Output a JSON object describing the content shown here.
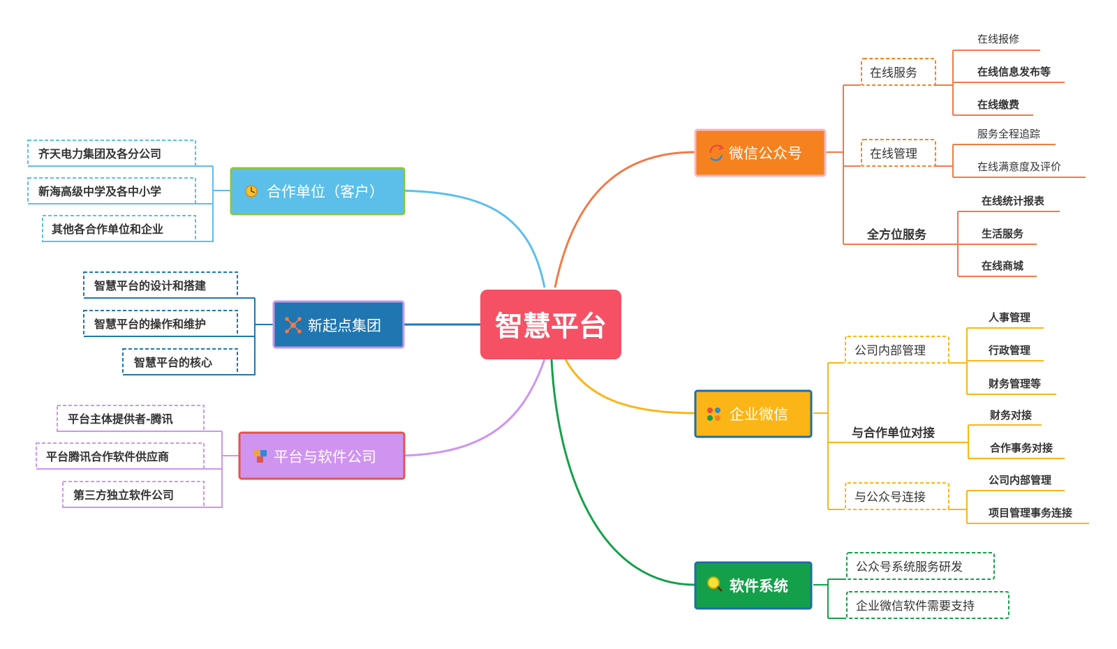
{
  "center": {
    "label": "智慧平台",
    "color": "#f55064"
  },
  "branches": {
    "partners": {
      "label": "合作单位（客户）",
      "color": "#5bbfea",
      "border": "#8dc63f",
      "icon": "clock-icon",
      "items": [
        "齐天电力集团及各分公司",
        "新海高级中学及各中小学",
        "其他各合作单位和企业"
      ]
    },
    "xinqidian": {
      "label": "新起点集团",
      "color": "#1f76b0",
      "border": "#c794e8",
      "icon": "network-icon",
      "items": [
        "智慧平台的设计和搭建",
        "智慧平台的操作和维护",
        "智慧平台的核心"
      ]
    },
    "platform_software": {
      "label": "平台与软件公司",
      "color": "#cf94f0",
      "border": "#e4544f",
      "icon": "cubes-icon",
      "items": [
        "平台主体提供者-腾讯",
        "平台腾讯合作软件供应商",
        "第三方独立软件公司"
      ]
    },
    "wechat_official": {
      "label": "微信公众号",
      "color": "#f5821f",
      "border": "#f7b8c6",
      "icon": "refresh-icon",
      "groups": [
        {
          "label": "在线服务",
          "items": [
            "在线报修",
            "在线信息发布等",
            "在线缴费"
          ]
        },
        {
          "label": "在线管理",
          "items": [
            "服务全程追踪",
            "在线满意度及评价"
          ]
        },
        {
          "label": "全方位服务",
          "items": [
            "在线统计报表",
            "生活服务",
            "在线商城"
          ]
        }
      ]
    },
    "enterprise_wechat": {
      "label": "企业微信",
      "color": "#fbb516",
      "border": "#1d6fa5",
      "icon": "grid-icon",
      "groups": [
        {
          "label": "公司内部管理",
          "items": [
            "人事管理",
            "行政管理",
            "财务管理等"
          ]
        },
        {
          "label": "与合作单位对接",
          "items": [
            "财务对接",
            "合作事务对接"
          ]
        },
        {
          "label": "与公众号连接",
          "items": [
            "公司内部管理",
            "项目管理事务连接"
          ]
        }
      ]
    },
    "software_system": {
      "label": "软件系统",
      "color": "#14a04a",
      "border": "#1d6fa5",
      "icon": "magnifier-icon",
      "items": [
        "公众号系统服务研发",
        "企业微信软件需要支持"
      ]
    }
  }
}
